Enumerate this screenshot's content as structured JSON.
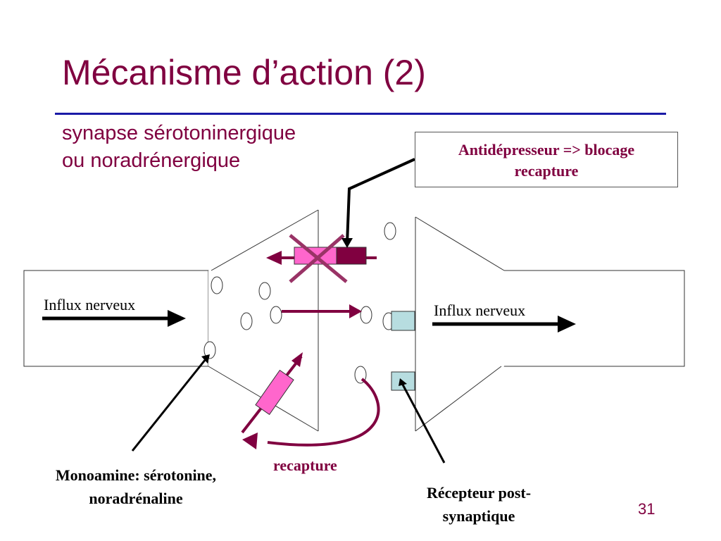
{
  "slide": {
    "title": "Mécanisme d’action (2)",
    "subtitle_line1": "synapse sérotoninergique",
    "subtitle_line2": "ou noradrénergique",
    "page_number": "31"
  },
  "callout": {
    "line1": "Antidépresseur => blocage",
    "line2": "recapture"
  },
  "labels": {
    "influx_left": "Influx nerveux",
    "influx_right": "Influx nerveux",
    "recapture": "recapture",
    "monoamine_line1": "Monoamine: sérotonine,",
    "monoamine_line2": "noradrénaline",
    "receptor_line1": "Récepteur post-",
    "receptor_line2": "synaptique"
  },
  "colors": {
    "title": "#800040",
    "rule": "#1a1aa6",
    "transporter_pink": "#ff66cc",
    "transporter_dark": "#800040",
    "blocked_cross": "#993366",
    "receptor_fill": "#b7dde0"
  }
}
